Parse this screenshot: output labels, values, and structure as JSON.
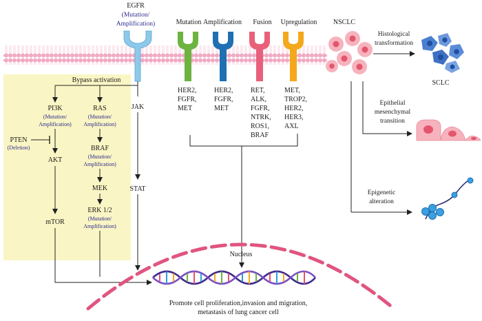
{
  "egfr": {
    "title": "EGFR",
    "sub1": "(Mutation/",
    "sub2": "Amplification)"
  },
  "alterations": {
    "mutation": "Mutation",
    "amplification": "Amplification",
    "fusion": "Fusion",
    "upregulation": "Upregulation"
  },
  "receptor_targets": {
    "mutation": [
      "HER2,",
      "FGFR,",
      "MET"
    ],
    "amplification": [
      "HER2,",
      "FGFR,",
      "MET"
    ],
    "fusion": [
      "RET,",
      "ALK,",
      "FGFR,",
      "NTRK,",
      "ROS1,",
      "BRAF"
    ],
    "upregulation": [
      "MET,",
      "TROP2,",
      "HER2,",
      "HER3,",
      "AXL"
    ]
  },
  "bypass": {
    "title": "Bypass activation",
    "pi3k": "PI3K",
    "pi3k_sub1": "(Mutation/",
    "pi3k_sub2": "Amplification)",
    "ras": "RAS",
    "ras_sub1": "(Mutation/",
    "ras_sub2": "Amplification)",
    "pten": "PTEN",
    "pten_sub": "(Deletion)",
    "akt": "AKT",
    "braf": "BRAF",
    "braf_sub1": "(Mutation/",
    "braf_sub2": "Amplification)",
    "mek": "MEK",
    "erk": "ERK 1/2",
    "erk_sub1": "(Mutation/",
    "erk_sub2": "Amplification)",
    "mtor": "mTOR"
  },
  "jak": "JAK",
  "stat": "STAT",
  "nucleus": "Nucleus",
  "outcome": {
    "line1": "Promote cell proliferation,invasion and migration,",
    "line2": "metastasis of lung cancer cell"
  },
  "right_panel": {
    "nsclc": "NSCLC",
    "histo1": "Histological",
    "histo2": "transformation",
    "sclc": "SCLC",
    "emt1": "Epithelial",
    "emt2": "mesenchymal",
    "emt3": "transition",
    "epi1": "Epigenetic",
    "epi2": "alteration"
  },
  "colors": {
    "egfr": "#8ec9ea",
    "mutation": "#6cb33f",
    "amplification": "#1f6fb2",
    "fusion": "#e8607a",
    "upregulation": "#f4a81c",
    "bypass_bg": "#faf5c4",
    "membrane": "#f3b6cc",
    "nucleus": "#e0557f"
  }
}
